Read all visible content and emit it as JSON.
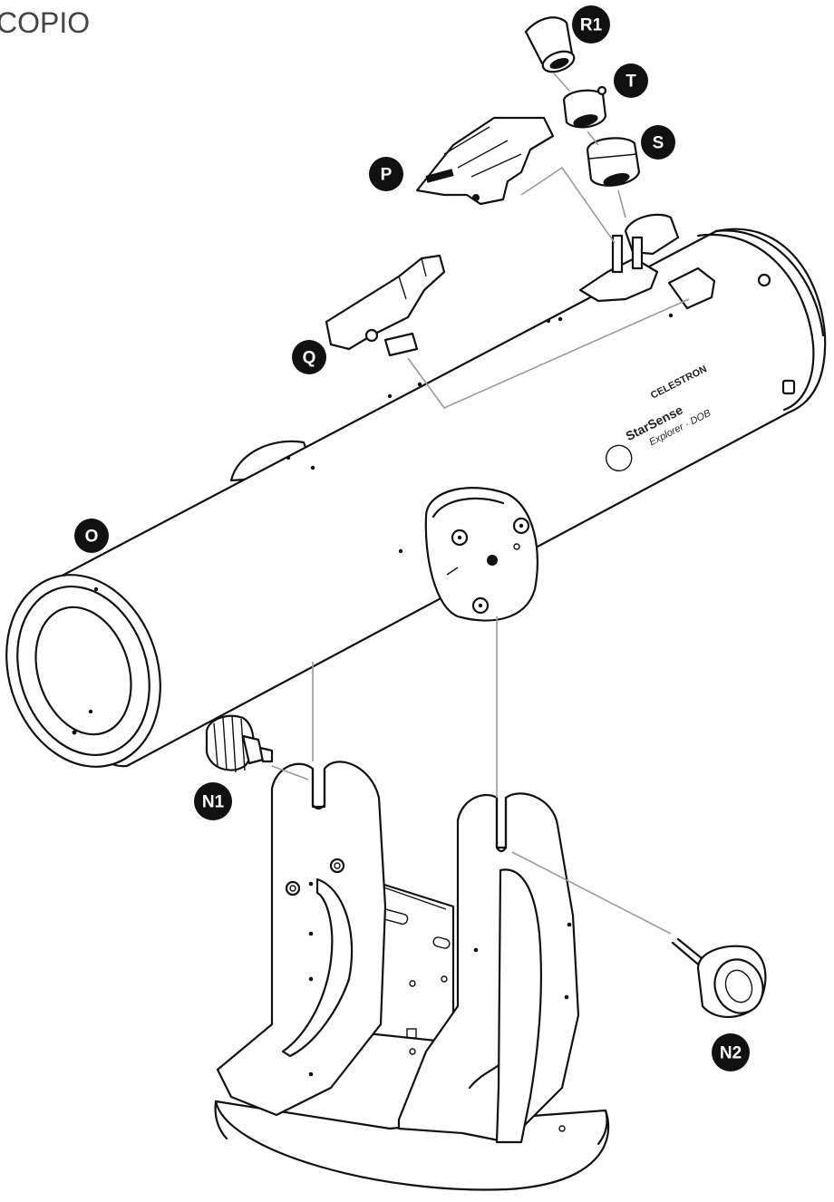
{
  "header": {
    "title_fragment": "COPIO"
  },
  "tube_branding": {
    "brand": "CELESTRON",
    "product_line": "StarSense",
    "model": "Explorer · DOB"
  },
  "callouts": {
    "O": "O",
    "P": "P",
    "Q": "Q",
    "R1": "R1",
    "S": "S",
    "T": "T",
    "N1": "N1",
    "N2": "N2"
  }
}
